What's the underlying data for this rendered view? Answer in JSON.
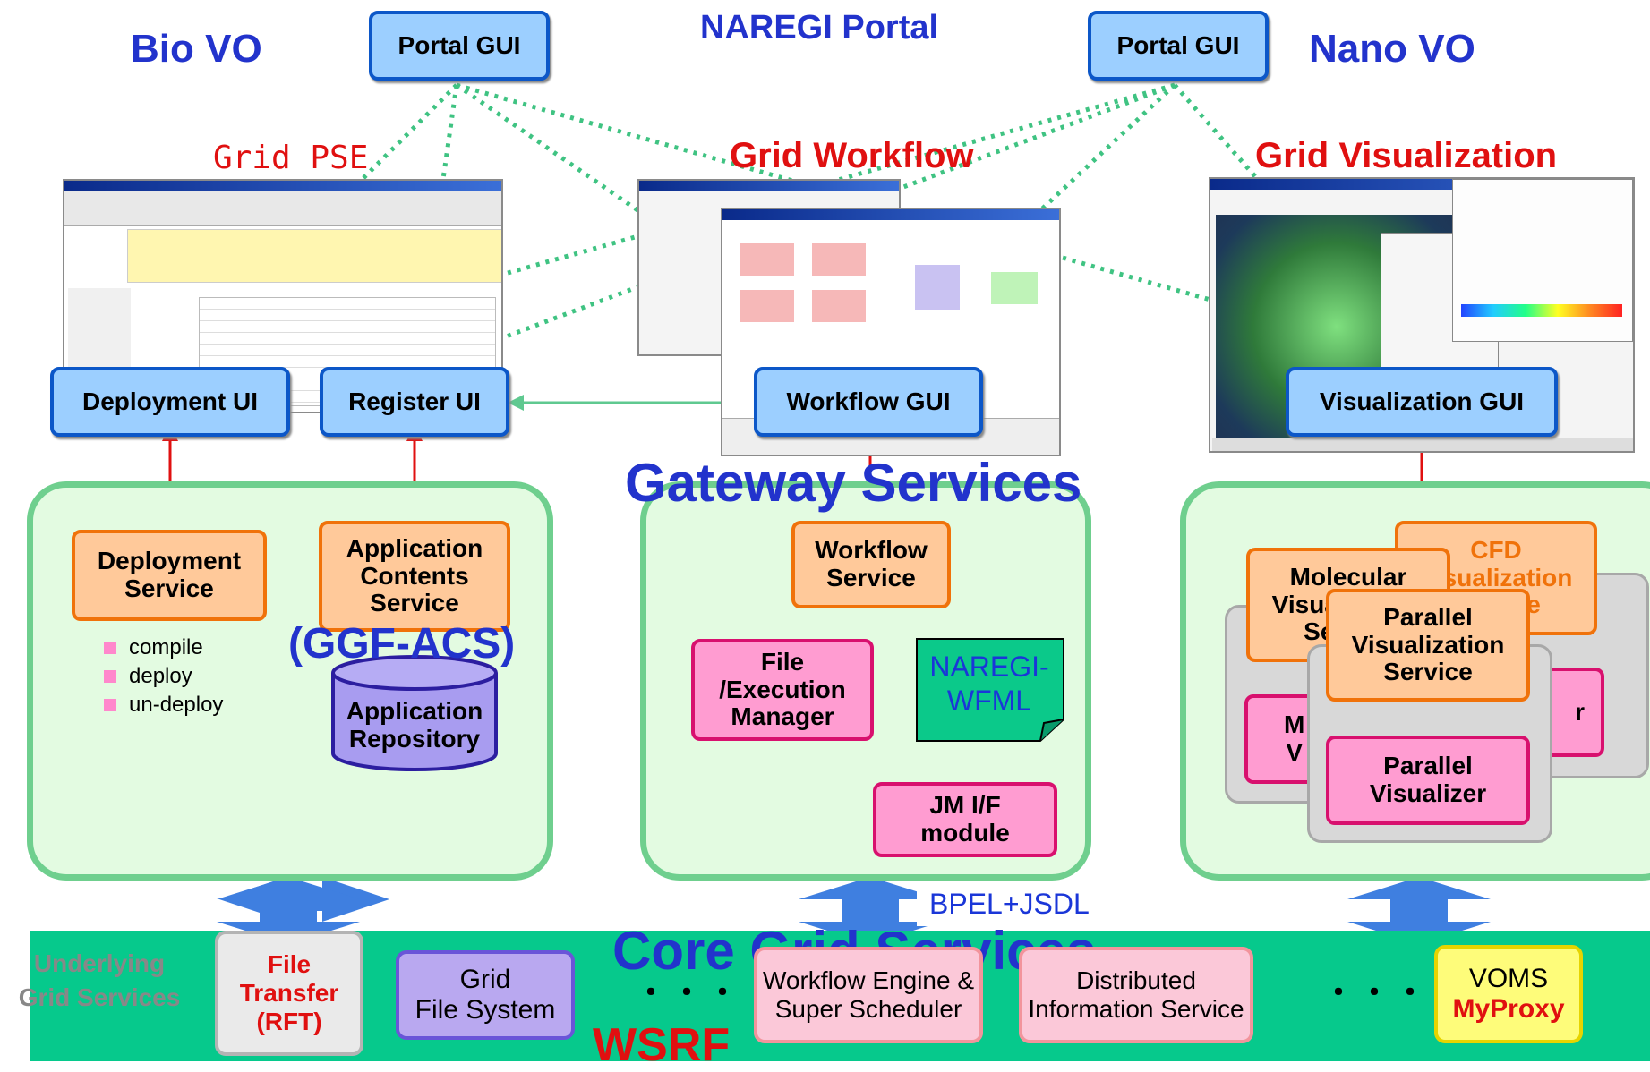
{
  "header": {
    "bio_vo": "Bio VO",
    "nano_vo": "Nano VO",
    "naregi_portal": "NAREGI Portal",
    "portal_gui_left": "Portal GUI",
    "portal_gui_right": "Portal GUI"
  },
  "sections": {
    "grid_pse": "Grid PSE",
    "grid_workflow": "Grid Workflow",
    "grid_visualization": "Grid Visualization",
    "gateway_services": "Gateway Services",
    "core_grid_services": "Core Grid Services",
    "wsrf": "WSRF"
  },
  "gui": {
    "deployment_ui": "Deployment UI",
    "register_ui": "Register UI",
    "workflow_gui": "Workflow GUI",
    "visualization_gui": "Visualization GUI"
  },
  "pse": {
    "deployment_service": "Deployment\nService",
    "application_contents_service": "Application\nContents\nService",
    "ggf_acs": "(GGF-ACS)",
    "application_repository": "Application\nRepository",
    "bullets": [
      "compile",
      "deploy",
      "un-deploy"
    ]
  },
  "workflow": {
    "workflow_service": "Workflow\nService",
    "file_execution_manager": "File\n/Execution\nManager",
    "naregi_wfml": "NAREGI-\nWFML",
    "jm_if_module": "JM I/F\nmodule",
    "bpel_jsdl": "BPEL+JSDL"
  },
  "visualization": {
    "molecular_service": "Molecular\nVisualization\nService",
    "cfd_service": "CFD\nVisualization\nService",
    "parallel_service": "Parallel\nVisualization\nService",
    "parallel_visualizer": "Parallel\nVisualizer",
    "molecular_visualizer_partial": "M\nV",
    "cfd_visualizer_partial": "r"
  },
  "bottom": {
    "underlying": "Underlying\nGrid Services",
    "file_transfer": "File\nTransfer\n(RFT)",
    "grid_file_system": "Grid\nFile System",
    "ellipsis_left": "・・・",
    "workflow_engine": "Workflow Engine &\nSuper Scheduler",
    "distributed_info": "Distributed\nInformation Service",
    "ellipsis_right": "・・・",
    "voms": "VOMS",
    "myproxy": "MyProxy"
  },
  "colors": {
    "gui_fill": "#9ccfff",
    "gui_border": "#0c57c8",
    "service_fill": "#ffc99a",
    "service_border": "#f0720a",
    "manager_fill": "#ff9cd1",
    "manager_border": "#d8106e",
    "region_fill": "#e3fbe1",
    "core_band": "#06c98c",
    "title_blue": "#2233cc",
    "title_red": "#e01010"
  }
}
